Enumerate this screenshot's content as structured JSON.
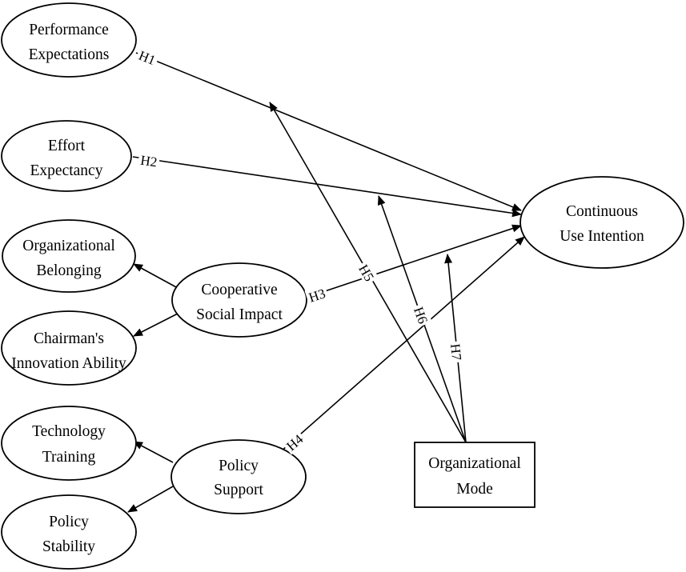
{
  "nodes": {
    "performance_expectations": [
      "Performance",
      "Expectations"
    ],
    "effort_expectancy": [
      "Effort",
      "Expectancy"
    ],
    "organizational_belonging": [
      "Organizational",
      "Belonging"
    ],
    "cooperative_social_impact": [
      "Cooperative",
      "Social Impact"
    ],
    "chairmans_innovation_ability": [
      "Chairman's",
      "Innovation Ability"
    ],
    "technology_training": [
      "Technology",
      "Training"
    ],
    "policy_support": [
      "Policy",
      "Support"
    ],
    "policy_stability": [
      "Policy",
      "Stability"
    ],
    "continuous_use_intention": [
      "Continuous",
      "Use Intention"
    ],
    "organizational_mode": [
      "Organizational",
      "Mode"
    ]
  },
  "hypotheses": {
    "h1": "H1",
    "h2": "H2",
    "h3": "H3",
    "h4": "H4",
    "h5": "H5",
    "h6": "H6",
    "h7": "H7"
  }
}
